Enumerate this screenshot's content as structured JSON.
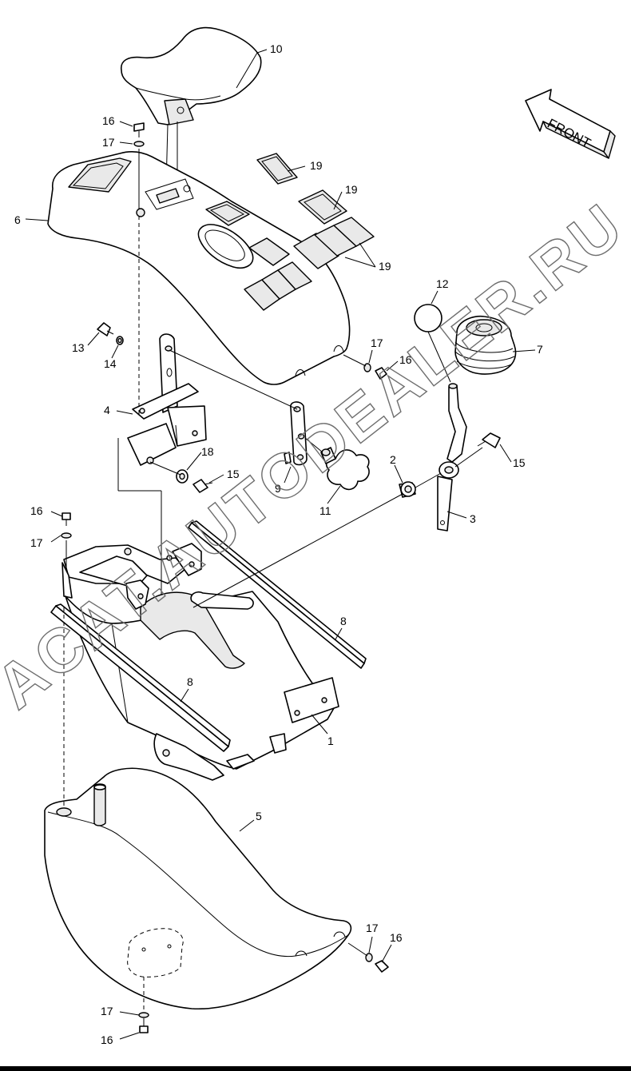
{
  "front_arrow": {
    "label": "FRONT"
  },
  "watermark": {
    "text": "ACAT.AUTODEALER.RU"
  },
  "callouts": [
    {
      "id": "c10",
      "label": "10"
    },
    {
      "id": "c16a",
      "label": "16"
    },
    {
      "id": "c17a",
      "label": "17"
    },
    {
      "id": "c6",
      "label": "6"
    },
    {
      "id": "c19a",
      "label": "19"
    },
    {
      "id": "c19b",
      "label": "19"
    },
    {
      "id": "c19c",
      "label": "19"
    },
    {
      "id": "c12",
      "label": "12"
    },
    {
      "id": "c7",
      "label": "7"
    },
    {
      "id": "c13",
      "label": "13"
    },
    {
      "id": "c14",
      "label": "14"
    },
    {
      "id": "c17b",
      "label": "17"
    },
    {
      "id": "c16b",
      "label": "16"
    },
    {
      "id": "c4",
      "label": "4"
    },
    {
      "id": "c18",
      "label": "18"
    },
    {
      "id": "c15a",
      "label": "15"
    },
    {
      "id": "c2",
      "label": "2"
    },
    {
      "id": "c15b",
      "label": "15"
    },
    {
      "id": "c9",
      "label": "9"
    },
    {
      "id": "c11",
      "label": "11"
    },
    {
      "id": "c3",
      "label": "3"
    },
    {
      "id": "c16c",
      "label": "16"
    },
    {
      "id": "c17c",
      "label": "17"
    },
    {
      "id": "c8a",
      "label": "8"
    },
    {
      "id": "c8b",
      "label": "8"
    },
    {
      "id": "c1",
      "label": "1"
    },
    {
      "id": "c5",
      "label": "5"
    },
    {
      "id": "c17d",
      "label": "17"
    },
    {
      "id": "c16d",
      "label": "16"
    },
    {
      "id": "c17e",
      "label": "17"
    },
    {
      "id": "c16e",
      "label": "16"
    }
  ]
}
